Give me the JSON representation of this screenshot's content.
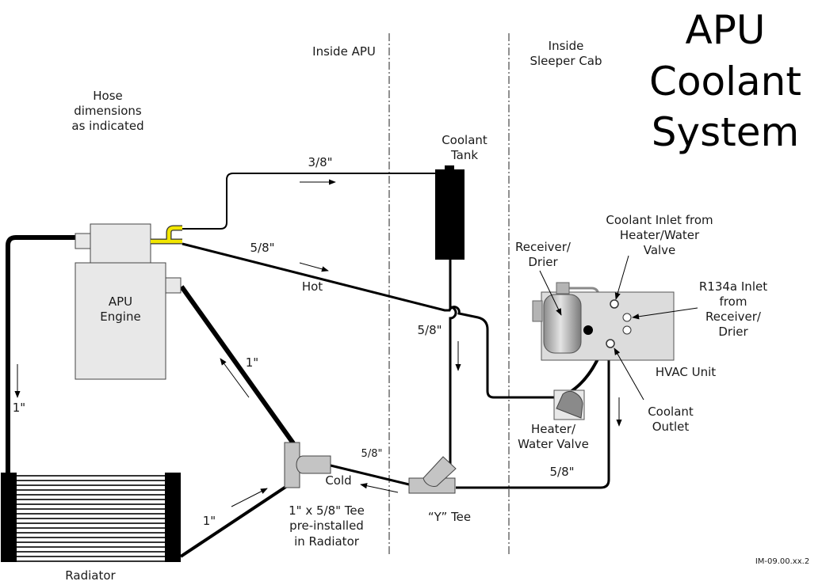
{
  "title": {
    "line1": "APU",
    "line2": "Coolant",
    "line3": "System"
  },
  "zones": {
    "inside_apu": "Inside APU",
    "inside_sleeper_line1": "Inside",
    "inside_sleeper_line2": "Sleeper Cab"
  },
  "notes": {
    "hose_dims_line1": "Hose",
    "hose_dims_line2": "dimensions",
    "hose_dims_line3": "as indicated"
  },
  "components": {
    "coolant_tank_line1": "Coolant",
    "coolant_tank_line2": "Tank",
    "apu_engine_line1": "APU",
    "apu_engine_line2": "Engine",
    "radiator": "Radiator",
    "tee_line1": "1\" x 5/8\" Tee",
    "tee_line2": "pre-installed",
    "tee_line3": "in Radiator",
    "y_tee": "“Y” Tee",
    "receiver_line1": "Receiver/",
    "receiver_line2": "Drier",
    "hvac_unit": "HVAC Unit",
    "heater_valve_line1": "Heater/",
    "heater_valve_line2": "Water Valve"
  },
  "callouts": {
    "coolant_inlet_line1": "Coolant Inlet from",
    "coolant_inlet_line2": "Heater/Water",
    "coolant_inlet_line3": "Valve",
    "r134a_line1": "R134a Inlet",
    "r134a_line2": "from",
    "r134a_line3": "Receiver/",
    "r134a_line4": "Drier",
    "coolant_outlet_line1": "Coolant",
    "coolant_outlet_line2": "Outlet"
  },
  "hoses": {
    "tank_feed": "3/8\"",
    "hot_line_size": "5/8\"",
    "hot_label": "Hot",
    "tank_return": "5/8\"",
    "engine_return": "1\"",
    "engine_to_radiator": "1\"",
    "radiator_to_tee": "1\"",
    "cold_size": "5/8\"",
    "cold_label": "Cold",
    "hvac_return": "5/8\""
  },
  "doc_id": "IM-09.00.xx.2",
  "colors": {
    "hose": "#000000",
    "fitting_yellow": "#f2e600",
    "component_fill": "#e8e8e8",
    "fitting_gray": "#c4c4c4",
    "hvac_fill": "#dcdcdc",
    "refrigerant_line": "#8a8a8a"
  }
}
